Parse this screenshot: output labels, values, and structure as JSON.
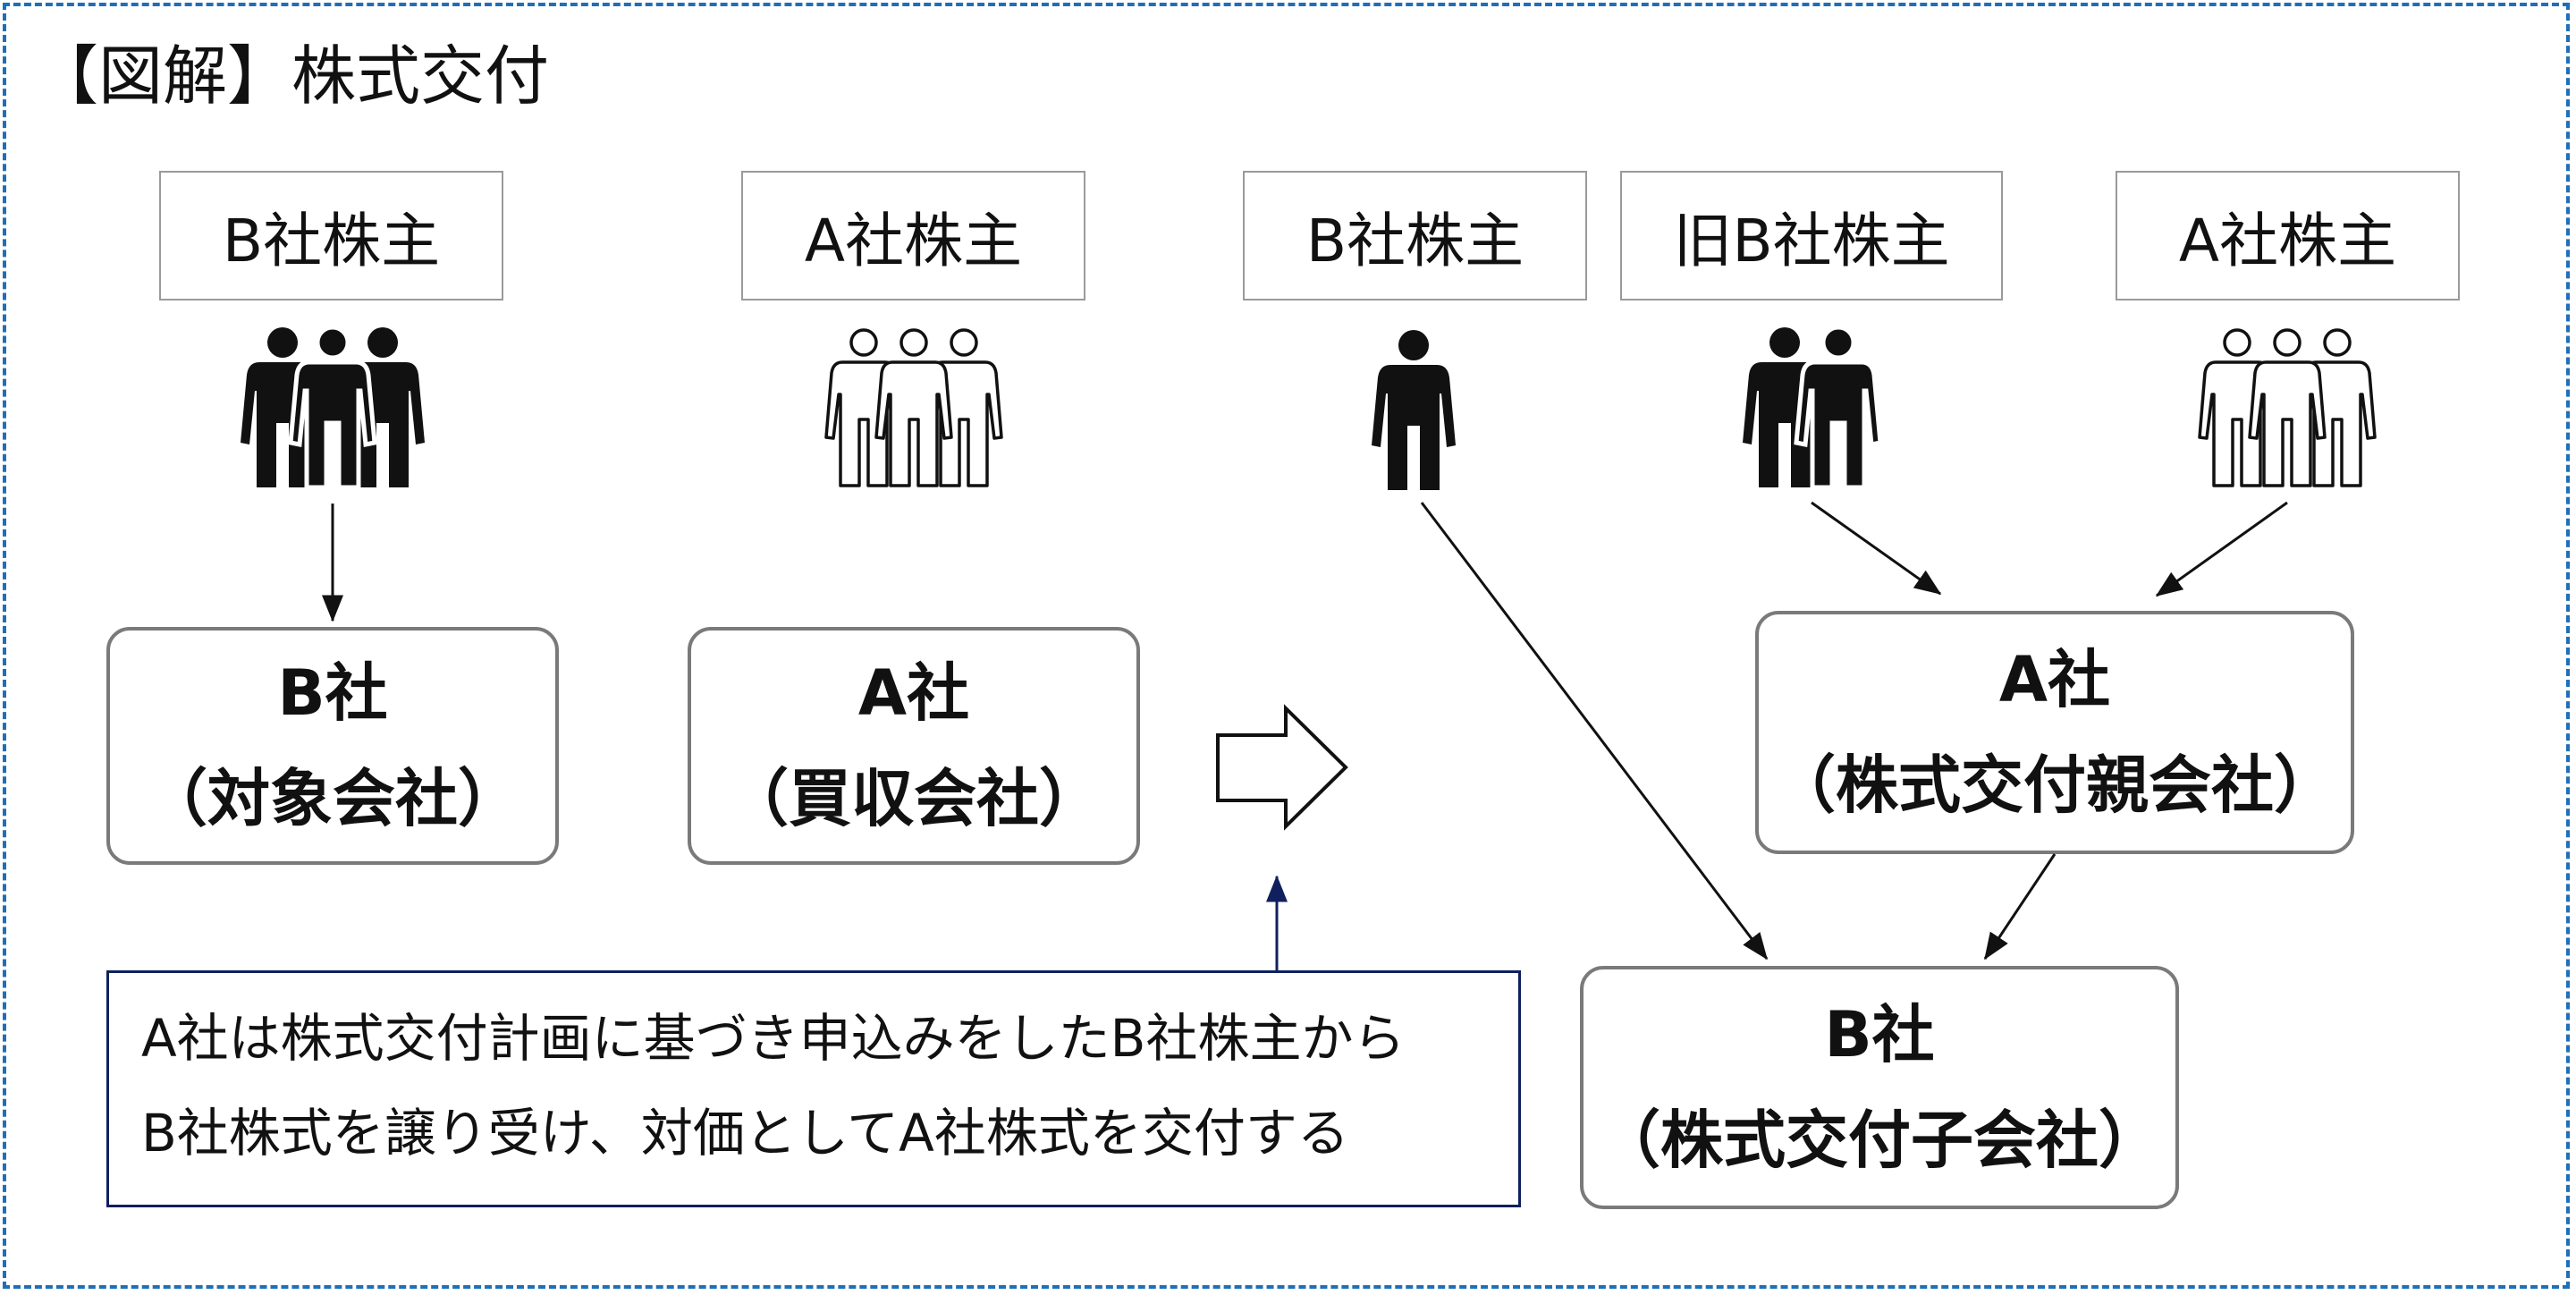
{
  "title": "【図解】株式交付",
  "labels": {
    "b_shareholders": "B社株主",
    "a_shareholders_before": "A社株主",
    "b_shareholder_after": "B社株主",
    "former_b_shareholders": "旧B社株主",
    "a_shareholders_after": "A社株主"
  },
  "companies": {
    "b_before": {
      "name": "B社",
      "role": "（対象会社）"
    },
    "a_before": {
      "name": "A社",
      "role": "（買収会社）"
    },
    "a_after": {
      "name": "A社",
      "role": "（株式交付親会社）"
    },
    "b_after": {
      "name": "B社",
      "role": "（株式交付子会社）"
    }
  },
  "note": {
    "line1": "A社は株式交付計画に基づき申込みをしたB社株主から",
    "line2": "B社株式を譲り受け、対価としてA社株式を交付する"
  },
  "icons": {
    "b_shareholders": "three-people-solid-icon",
    "a_shareholders_before": "three-people-outline-icon",
    "b_shareholder_after": "single-person-solid-icon",
    "former_b_shareholders": "two-people-solid-icon",
    "a_shareholders_after": "three-people-outline-icon"
  },
  "colors": {
    "frame": "#1f6fb8",
    "note_border": "#10205e",
    "note_arrow": "#10205e"
  }
}
